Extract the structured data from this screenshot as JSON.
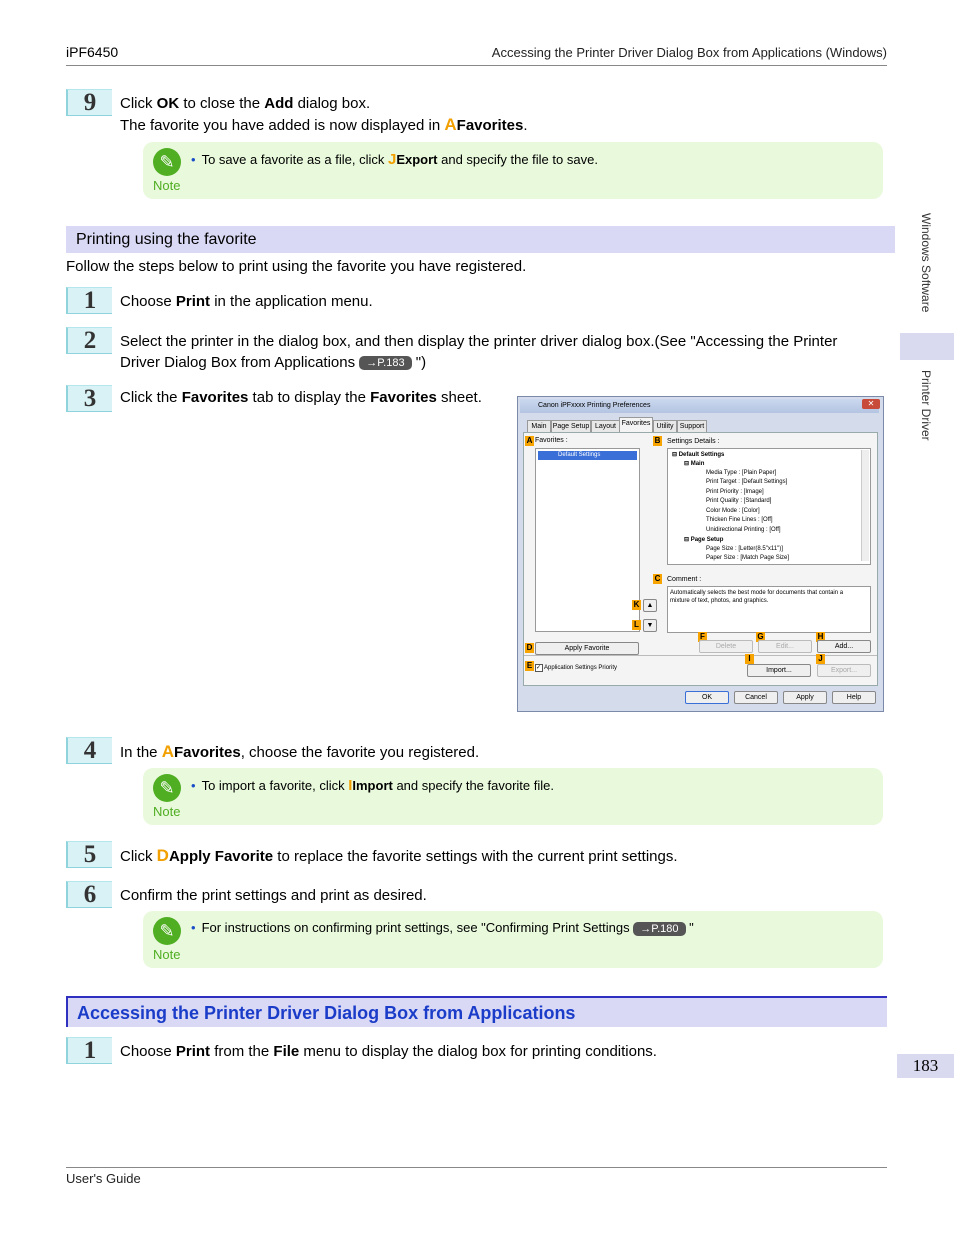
{
  "header": {
    "left": "iPF6450",
    "right": "Accessing the Printer Driver Dialog Box from Applications (Windows)"
  },
  "footer": {
    "left": "User's Guide"
  },
  "side": {
    "section": "Windows Software",
    "subsection": "Printer Driver",
    "page_number": "183"
  },
  "step9": {
    "num": "9",
    "line1": {
      "a": "Click ",
      "b": "OK",
      "c": " to close the ",
      "d": "Add",
      "e": " dialog box."
    },
    "line2": {
      "a": "The favorite you have added is now displayed in ",
      "label": "A",
      "b": "Favorites",
      "c": "."
    },
    "note": {
      "label": "Note",
      "a": "To save a favorite as a file, click ",
      "tag": "J",
      "b": "Export",
      "c": " and specify the file to save."
    }
  },
  "subsection_title": "Printing using the favorite",
  "intro": "Follow the steps below to print using the favorite you have registered.",
  "step1": {
    "num": "1",
    "a": "Choose ",
    "b": "Print",
    "c": " in the application menu."
  },
  "step2": {
    "num": "2",
    "line1": "Select the printer in the dialog box, and then display the printer driver dialog box.(See \"Accessing the Printer",
    "line2a": "Driver Dialog Box from Applications ",
    "ref": "→P.183",
    "line2b": " \")"
  },
  "step3": {
    "num": "3",
    "a": "Click the ",
    "b": "Favorites",
    "c": " tab to display the ",
    "d": "Favorites",
    "e": " sheet."
  },
  "dialog": {
    "title": "Canon iPFxxxx Printing Preferences",
    "close": "✕",
    "tabs": [
      "Main",
      "Page Setup",
      "Layout",
      "Favorites",
      "Utility",
      "Support"
    ],
    "favorites_label": "Favorites :",
    "favorite_item": "Default Settings",
    "settings_label": "Settings Details :",
    "tree": [
      "⊟ Default Settings",
      "⊟ Main",
      "Media Type : [Plain Paper]",
      "Print Target : [Default Settings]",
      "Print Priority : [Image]",
      "Print Quality : [Standard]",
      "Color Mode : [Color]",
      "Thicken Fine Lines : [Off]",
      "Unidirectional Printing : [Off]",
      "⊟ Page Setup",
      "Page Size : [Letter(8.5\"x11\")]",
      "Paper Size : [Match Page Size]"
    ],
    "comment_label": "Comment :",
    "comment": "Automatically selects the best mode for documents that contain a mixture of text, photos, and graphics.",
    "apply_favorite": "Apply Favorite",
    "delete": "Delete",
    "edit": "Edit...",
    "add": "Add...",
    "app_priority": "Application Settings Priority",
    "import": "Import...",
    "export": "Export...",
    "ok": "OK",
    "cancel": "Cancel",
    "apply": "Apply",
    "help": "Help",
    "tags": {
      "A": "A",
      "B": "B",
      "C": "C",
      "D": "D",
      "E": "E",
      "F": "F",
      "G": "G",
      "H": "H",
      "I": "I",
      "J": "J",
      "K": "K",
      "L": "L"
    }
  },
  "step4": {
    "num": "4",
    "a": "In the ",
    "label": "A",
    "b": "Favorites",
    "c": ", choose the favorite you registered.",
    "note": {
      "label": "Note",
      "a": "To import a favorite, click ",
      "tag": "I",
      "b": "Import",
      "c": " and specify the favorite file."
    }
  },
  "step5": {
    "num": "5",
    "a": "Click ",
    "label": "D",
    "b": "Apply Favorite",
    "c": " to replace the favorite settings with the current print settings."
  },
  "step6": {
    "num": "6",
    "text": "Confirm the print settings and print as desired.",
    "note": {
      "label": "Note",
      "a": "For instructions on confirming print settings, see \"Confirming Print Settings ",
      "ref": "→P.180",
      "b": " \""
    }
  },
  "main_heading": "Accessing the Printer Driver Dialog Box from Applications",
  "stepB1": {
    "num": "1",
    "a": "Choose ",
    "b": "Print",
    "c": " from the ",
    "d": "File",
    "e": " menu to display the dialog box for printing conditions."
  }
}
